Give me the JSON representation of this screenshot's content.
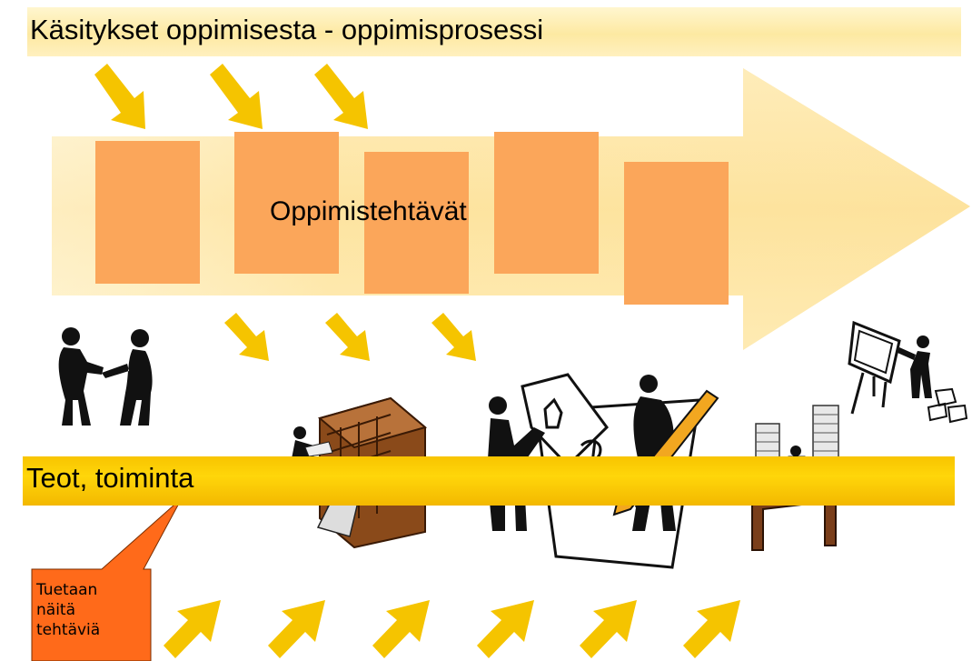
{
  "top_band": {
    "label": "Käsitykset oppimisesta - oppimisprosessi"
  },
  "center_label": "Oppimistehtävät",
  "bottom_band": {
    "label": "Teot, toiminta"
  },
  "callout": {
    "lines": [
      "Tuetaan",
      "näitä",
      "tehtäviä"
    ]
  },
  "colors": {
    "big_arrow": "#fde3a4",
    "task_box": "#fba65a",
    "arrows": "#f5c400",
    "bottom_band": "#f8c400",
    "callout": "#ff6a1a"
  },
  "illustrations": [
    "handshake-figures",
    "filing-cabinet-figure",
    "sketching-figures",
    "desk-paper-stacks",
    "painter-easel"
  ]
}
